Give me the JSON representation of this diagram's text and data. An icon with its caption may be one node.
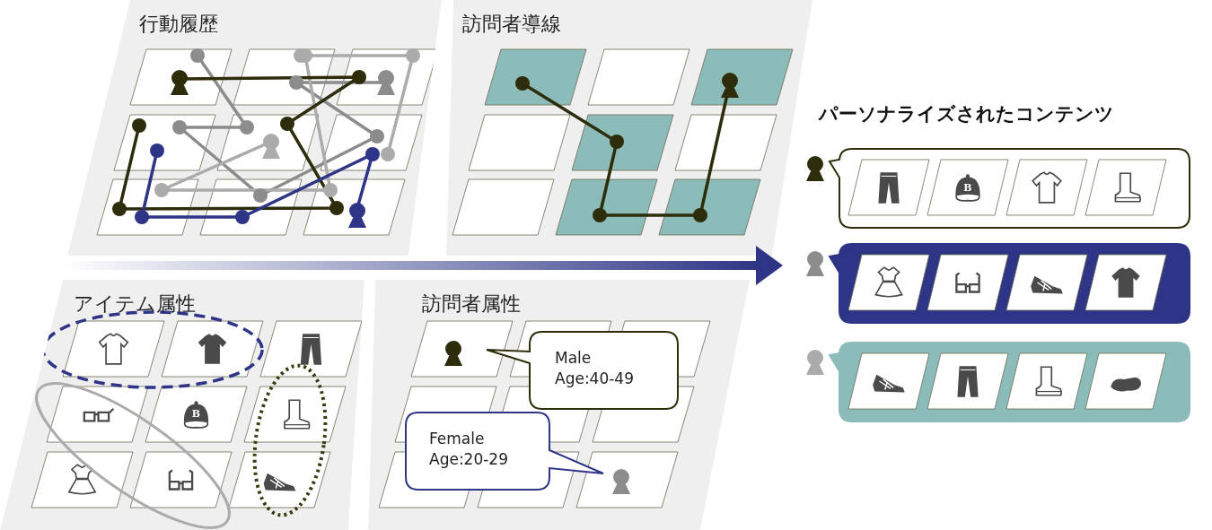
{
  "diagram": {
    "nodes": [
      {
        "text": [
          "行動履歴"
        ]
      },
      {
        "text": [
          "訪問者導線"
        ]
      },
      {
        "text": [
          "アイテム属性"
        ]
      },
      {
        "text": [
          "訪問者属性"
        ]
      },
      {
        "text": [
          "Male Age:40-49"
        ],
        "in": 3
      },
      {
        "text": [
          "Female Age:20-29"
        ],
        "in": 3
      },
      {
        "text": [],
        "shape": "box"
      },
      {
        "text": [],
        "shape": "box"
      },
      {
        "text": [],
        "shape": "box"
      }
    ],
    "edges": [
      {
        "from": null,
        "to": 7,
        "arrow": "to"
      }
    ],
    "labels": [
      "パーソナライズされたコンテンツ",
      "B",
      "B"
    ]
  }
}
